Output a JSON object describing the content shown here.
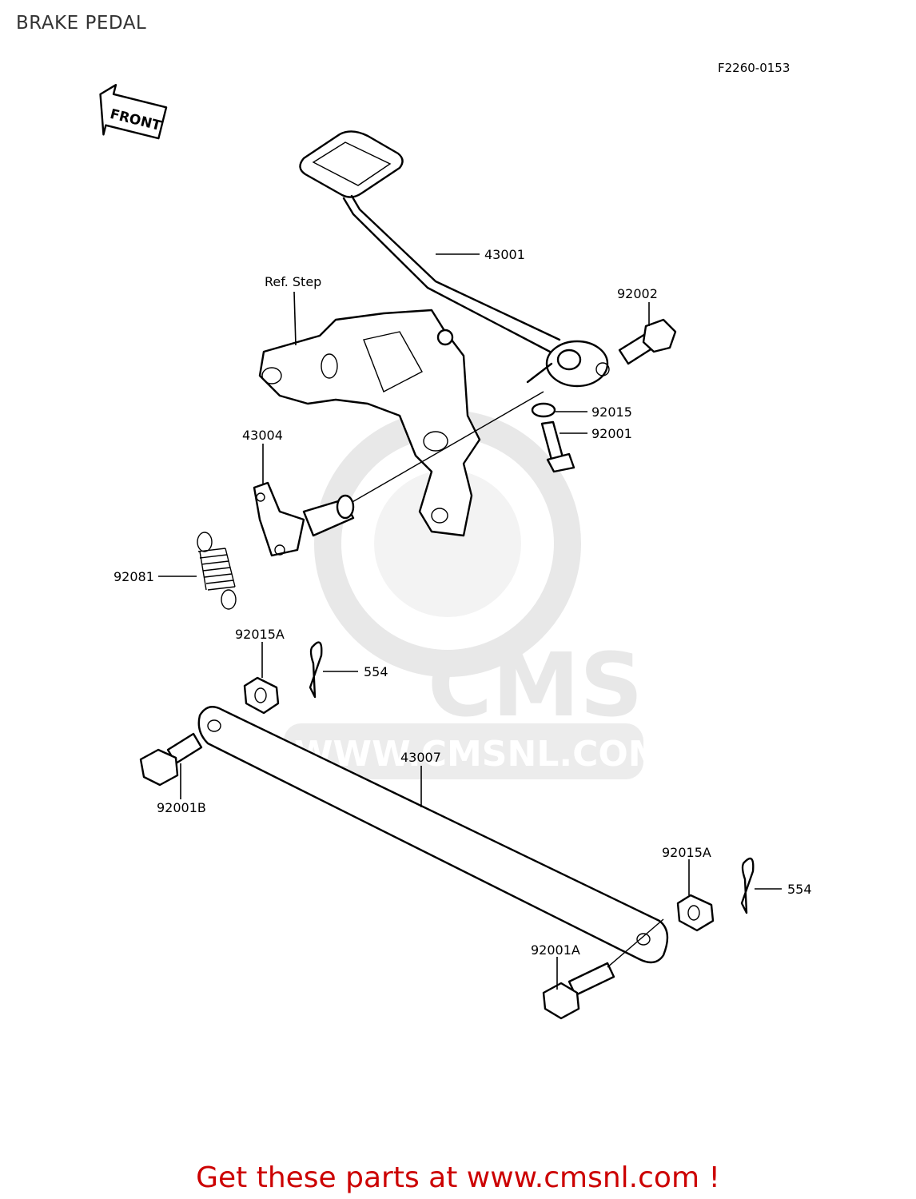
{
  "page": {
    "title": "BRAKE PEDAL",
    "figure_code": "F2260-0153",
    "front_arrow_label": "FRONT"
  },
  "watermark": {
    "brand": "CMS",
    "url": "WWW.CMSNL.COM",
    "color": "#e8e8e8"
  },
  "parts": [
    {
      "id": "p-43001",
      "number": "43001"
    },
    {
      "id": "p-ref-step",
      "number": "Ref. Step"
    },
    {
      "id": "p-92002",
      "number": "92002"
    },
    {
      "id": "p-92015",
      "number": "92015"
    },
    {
      "id": "p-92001",
      "number": "92001"
    },
    {
      "id": "p-43004",
      "number": "43004"
    },
    {
      "id": "p-92081",
      "number": "92081"
    },
    {
      "id": "p-92015A-top",
      "number": "92015A"
    },
    {
      "id": "p-554-top",
      "number": "554"
    },
    {
      "id": "p-43007",
      "number": "43007"
    },
    {
      "id": "p-92001B",
      "number": "92001B"
    },
    {
      "id": "p-92015A-bottom",
      "number": "92015A"
    },
    {
      "id": "p-554-bottom",
      "number": "554"
    },
    {
      "id": "p-92001A",
      "number": "92001A"
    }
  ],
  "footer": {
    "cta_text": "Get these parts at www.cmsnl.com !",
    "cta_color": "#cc0000"
  }
}
